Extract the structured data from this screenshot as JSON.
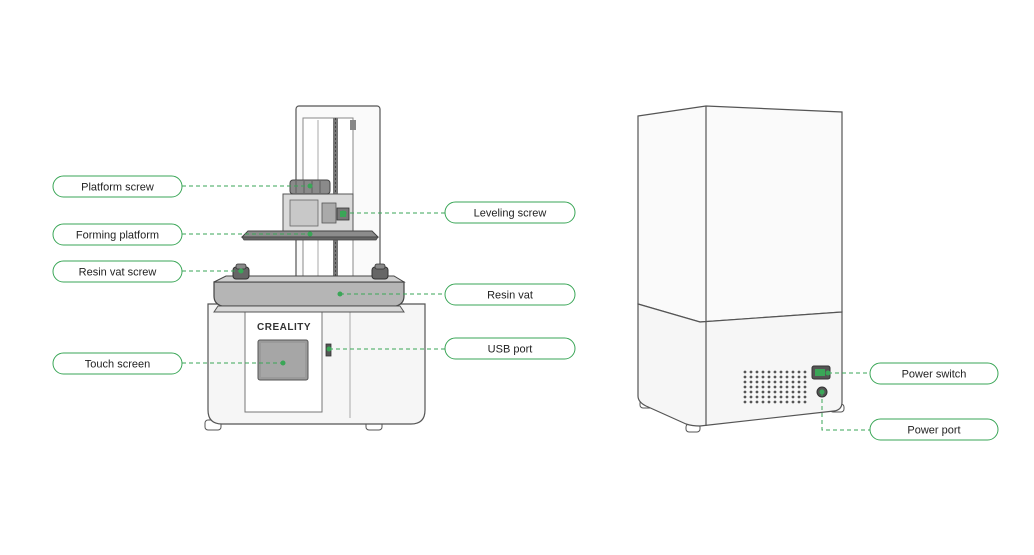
{
  "brand": "CREALITY",
  "labels": {
    "platform_screw": "Platform screw",
    "forming_platform": "Forming platform",
    "resin_vat_screw": "Resin vat screw",
    "touch_screen": "Touch screen",
    "leveling_screw": "Leveling screw",
    "resin_vat": "Resin vat",
    "usb_port": "USB port",
    "power_switch": "Power switch",
    "power_port": "Power port"
  },
  "colors": {
    "callout_green": "#3aa657",
    "outline": "#555555",
    "body_fill": "#f4f4f4",
    "vat_fill": "#b9b9b9",
    "screen_fill": "#9a9a9a",
    "dark_part": "#666666"
  }
}
